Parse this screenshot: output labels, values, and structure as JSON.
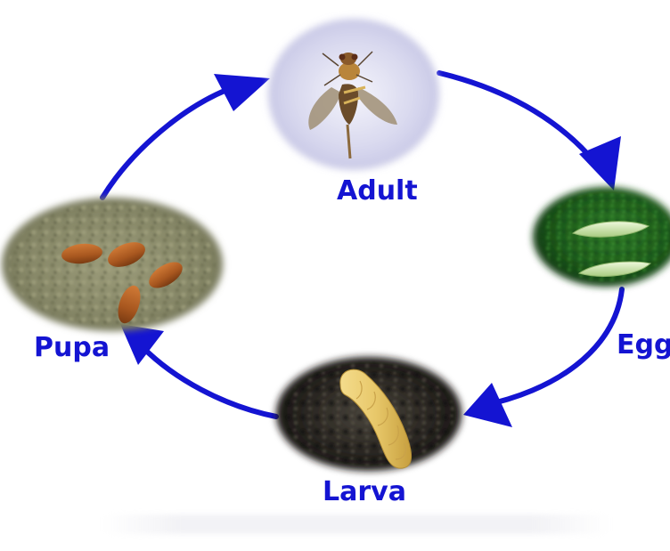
{
  "diagram": {
    "type": "life-cycle",
    "stages": [
      {
        "id": "adult",
        "label": "Adult",
        "icon": "adult-fruit-fly-photo"
      },
      {
        "id": "egg",
        "label": "Egg",
        "icon": "eggs-on-moss-photo"
      },
      {
        "id": "larva",
        "label": "Larva",
        "icon": "larva-on-soil-photo"
      },
      {
        "id": "pupa",
        "label": "Pupa",
        "icon": "pupae-in-soil-photo"
      }
    ],
    "flow": [
      "adult",
      "egg",
      "larva",
      "pupa",
      "adult"
    ],
    "colors": {
      "arrow": "#1414d2",
      "label": "#1414d2",
      "adult_bg": "#dcdcf0",
      "egg_bg": "#1f5a1c",
      "larva_bg": "#23201d",
      "pupa_bg": "#8d8e6c",
      "pupa_body": "#a8571f",
      "larva_body": "#e8c86a",
      "egg_body": "#c9e3a6"
    }
  }
}
